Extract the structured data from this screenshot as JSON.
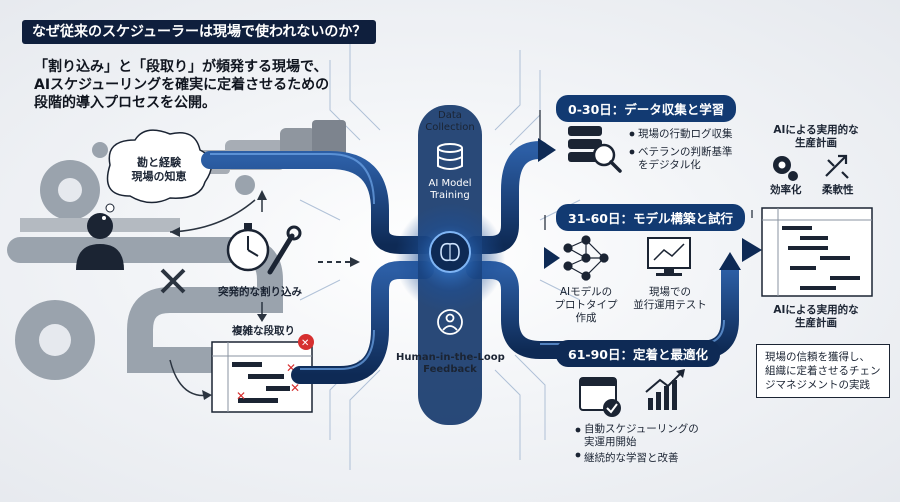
{
  "headline": "なぜ従来のスケジューラーは現場で使われないのか？",
  "lead": [
    "「割り込み」と「段取り」が頻発する現場で、",
    "AIスケジューリングを確実に定着させるための",
    "段階的導入プロセスを公開。"
  ],
  "left": {
    "cloud": [
      "勘と経験",
      "現場の知恵"
    ],
    "interrupt_label": "突発的な割り込み",
    "setup_label": "複雑な段取り"
  },
  "center": {
    "data_collection": [
      "Data",
      "Collection"
    ],
    "ai_model": [
      "AI Model",
      "Training"
    ],
    "hitl": [
      "Human-in-the-Loop",
      "Feedback"
    ]
  },
  "phases": {
    "p1": {
      "pill": "0-30日：データ収集と学習",
      "items": [
        "現場の行動ログ収集",
        "ベテランの判断基準",
        "をデジタル化"
      ]
    },
    "p2": {
      "pill": "31-60日：モデル構築と試行",
      "left_caption": [
        "AIモデルの",
        "プロトタイプ",
        "作成"
      ],
      "right_caption": [
        "現場での",
        "並行運用テスト"
      ]
    },
    "p3": {
      "pill": "61-90日：定着と最適化",
      "items": [
        "自動スケジューリングの",
        "実運用開始",
        "継続的な学習と改善"
      ]
    }
  },
  "right": {
    "top_title": [
      "AIによる実用的な",
      "生産計画"
    ],
    "efficiency": "効率化",
    "flexibility": "柔軟性",
    "mid_title": [
      "AIによる実用的な",
      "生産計画"
    ],
    "note": [
      "現場の信頼を獲得し、",
      "組織に定着させるチェン",
      "ジマネジメントの実践"
    ]
  }
}
